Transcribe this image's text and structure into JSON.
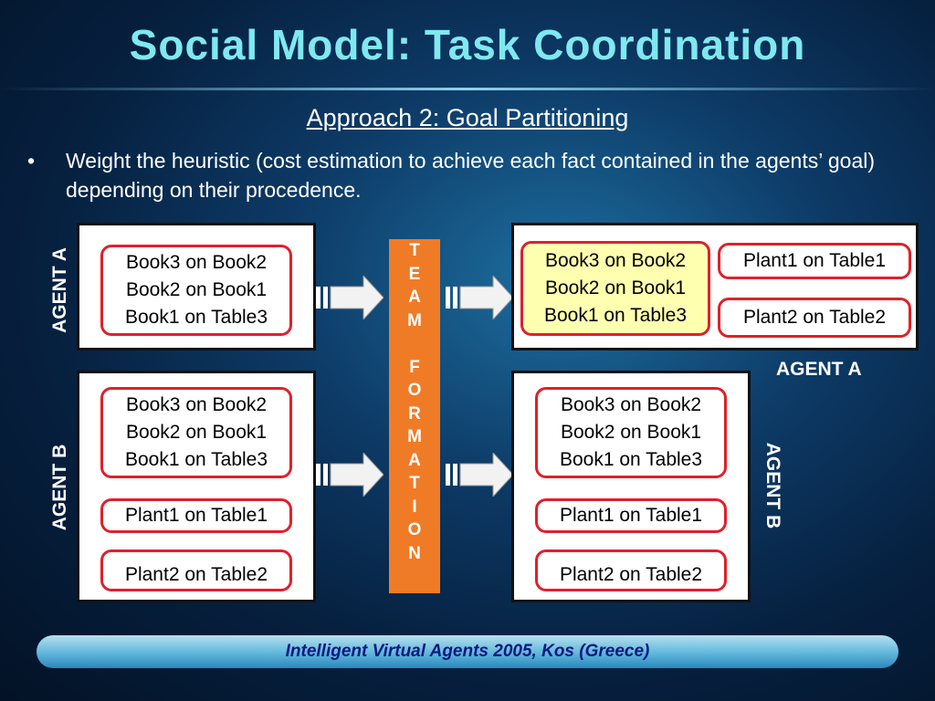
{
  "title": "Social Model: Task Coordination",
  "subtitle": "Approach 2: Goal Partitioning",
  "bullet": {
    "marker": "•",
    "text": "Weight the heuristic (cost estimation to achieve each fact contained in the agents’ goal)  depending on their procedence."
  },
  "labels": {
    "agent_a": "AGENT A",
    "agent_b": "AGENT B",
    "team_formation_letters": [
      "T",
      "E",
      "A",
      "M",
      "",
      "F",
      "O",
      "R",
      "M",
      "A",
      "T",
      "I",
      "O",
      "N"
    ]
  },
  "left": {
    "agent_a_goal": [
      "Book3 on Book2",
      "Book2 on Book1",
      "Book1 on Table3"
    ],
    "agent_b_goal": [
      "Book3 on Book2",
      "Book2 on Book1",
      "Book1 on Table3"
    ],
    "agent_b_plant1": "Plant1 on Table1",
    "agent_b_plant2": "Plant2 on Table2"
  },
  "right": {
    "agent_a_goal": [
      "Book3 on Book2",
      "Book2 on Book1",
      "Book1 on Table3"
    ],
    "agent_a_plant1": "Plant1 on Table1",
    "agent_a_plant2": "Plant2 on Table2",
    "agent_b_goal": [
      "Book3 on Book2",
      "Book2 on Book1",
      "Book1 on Table3"
    ],
    "agent_b_plant1": "Plant1 on Table1",
    "agent_b_plant2": "Plant2 on Table2"
  },
  "footer": "Intelligent Virtual Agents 2005, Kos (Greece)",
  "colors": {
    "title": "#7fe8f0",
    "goal_border": "#e0202a",
    "highlight": "#ffffb0",
    "team_bar": "#f07b26",
    "footer_text": "#0a1a80"
  }
}
